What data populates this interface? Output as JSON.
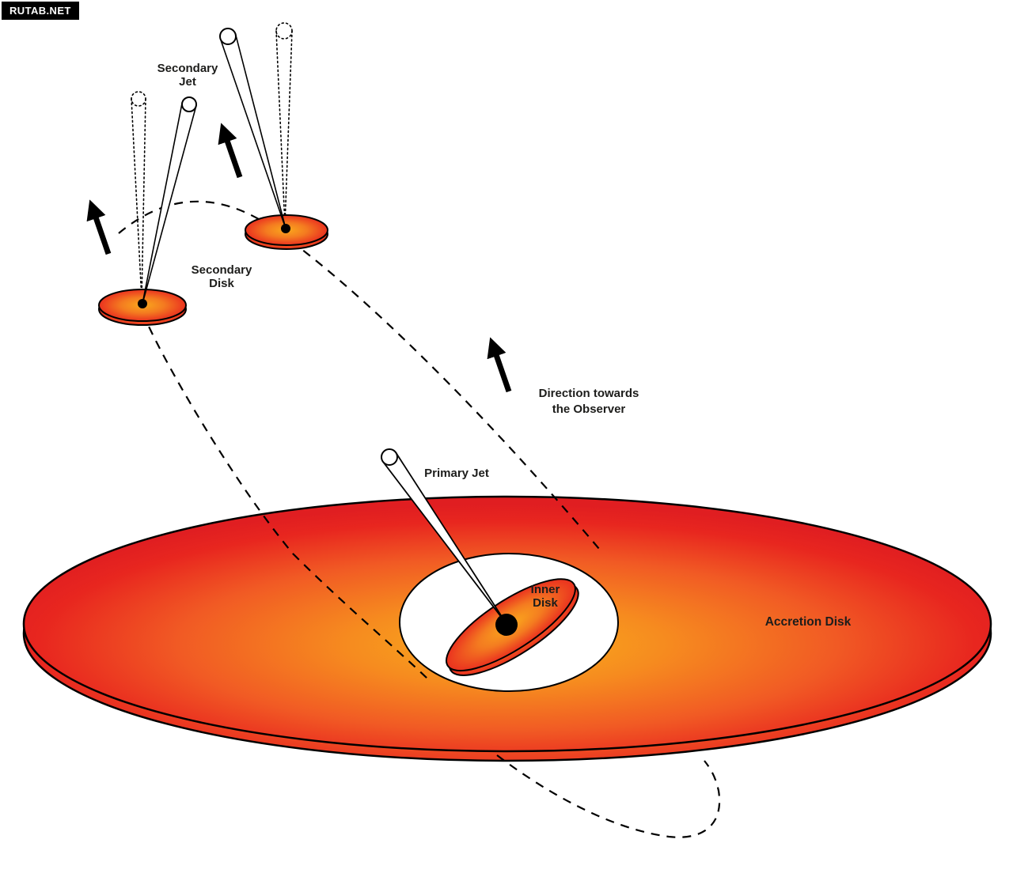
{
  "badge": {
    "text": "RUTAB.NET"
  },
  "labels": {
    "secondary_jet": {
      "line1": "Secondary",
      "line2": "Jet"
    },
    "secondary_disk": {
      "line1": "Secondary",
      "line2": "Disk"
    },
    "direction": {
      "line1": "Direction towards",
      "line2": "the Observer"
    },
    "primary_jet": "Primary Jet",
    "inner_disk": {
      "line1": "Inner",
      "line2": "Disk"
    },
    "accretion_disk": "Accretion Disk"
  },
  "colors": {
    "background": "#FFFFFF",
    "outline": "#000000",
    "badge_background": "#000000",
    "badge_text": "#FFFFFF",
    "disk_center_yellow": "#FAAE1D",
    "disk_mid_orange": "#F58220",
    "disk_outer_red": "#E01E21",
    "label_text": "#1D1D1B"
  }
}
